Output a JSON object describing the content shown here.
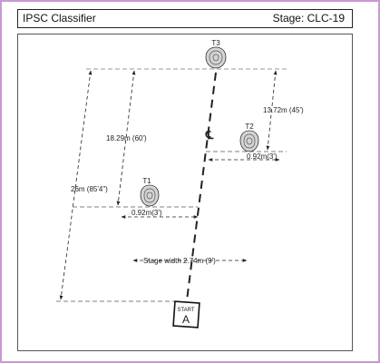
{
  "header": {
    "title": "IPSC Classifier",
    "stage": "Stage: CLC-19"
  },
  "diagram": {
    "targets": {
      "t1": "T1",
      "t2": "T2",
      "t3": "T3"
    },
    "centerline_symbol": "℄",
    "dimensions": {
      "distance_26": "26m (85'4\")",
      "distance_18": "18.29m (60')",
      "distance_13": "13.72m (45')",
      "offset_t1": "0.92m(3')",
      "offset_t2": "0.92m(3')",
      "stage_width": "Stage width 2.74m (9')"
    },
    "start": {
      "label": "START",
      "letter": "A"
    }
  },
  "colors": {
    "page_border": "#c79bd0",
    "ink": "#222222",
    "target_fill": "#d4d4d4"
  }
}
